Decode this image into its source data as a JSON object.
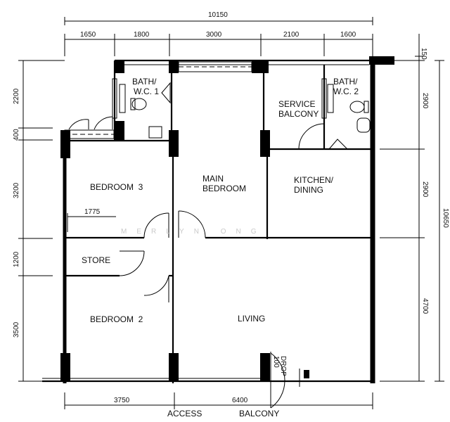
{
  "rooms": {
    "bath_wc_1": [
      "BATH/",
      "W.C. 1"
    ],
    "bath_wc_2": [
      "BATH/",
      "W.C. 2"
    ],
    "service_balcony": [
      "SERVICE",
      "BALCONY"
    ],
    "main_bedroom": [
      "MAIN",
      "BEDROOM"
    ],
    "kitchen_dining": [
      "KITCHEN/",
      "DINING"
    ],
    "bedroom_3": "BEDROOM  3",
    "store": "STORE",
    "bedroom_2": "BEDROOM  2",
    "living": "LIVING"
  },
  "dimensions": {
    "top_total": "10150",
    "top_segments": [
      "1650",
      "1800",
      "3000",
      "2100",
      "1600"
    ],
    "top_right_small": "150",
    "left_segments": [
      "2200",
      "400",
      "3200",
      "1200",
      "3500"
    ],
    "right_segments": [
      "2900",
      "2900",
      "4700"
    ],
    "right_total": "10650",
    "bottom_segments": [
      "3750",
      "6400"
    ],
    "bedroom3_inner": "1775"
  },
  "bottom_labels": {
    "access": "ACCESS",
    "balcony": "BALCONY"
  },
  "drop_label": [
    "100",
    "DROP"
  ],
  "watermark": "MERLYN ONG"
}
